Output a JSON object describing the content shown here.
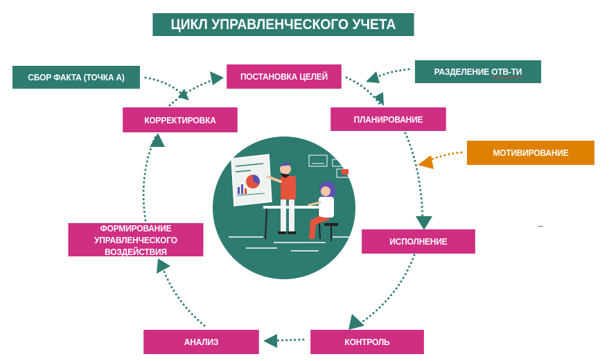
{
  "title": "ЦИКЛ УПРАВЛЕНЧЕСКОГО УЧЕТА",
  "steps": {
    "fact": "СБОР ФАКТА (ТОЧКА А)",
    "goals": "ПОСТАНОВКА ЦЕЛЕЙ",
    "responsibility_prefix": "РАЗДЕЛЕНИЕ ",
    "responsibility_abbr": "ОТВ-ТИ",
    "correction": "КОРРЕКТИРОВКА",
    "planning": "ПЛАНИРОВАНИЕ",
    "motivation": "МОТИВИРОВАНИЕ",
    "impact": "ФОРМИРОВАНИЕ УПРАВЛЕНЧЕСКОГО ВОЗДЕЙСТВИЯ",
    "execution": "ИСПОЛНЕНИЕ",
    "control": "КОНТРОЛЬ",
    "analysis": "АНАЛИЗ"
  },
  "colors": {
    "teal": "#2e7b70",
    "pink": "#cf2e83",
    "orange": "#e08000"
  },
  "icons": [
    "presentation-illustration-icon"
  ]
}
